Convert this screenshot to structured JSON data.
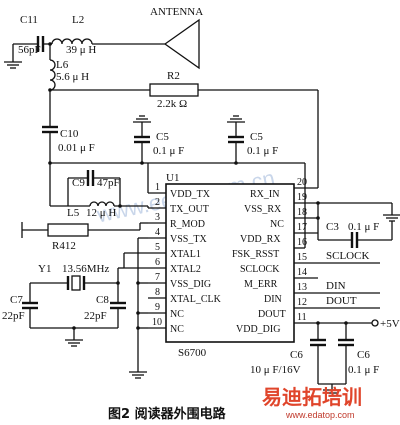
{
  "components": {
    "c11": {
      "ref": "C11",
      "value": "56pF"
    },
    "l2": {
      "ref": "L2",
      "value": "39 μ H"
    },
    "l6": {
      "ref": "L6",
      "value": "5.6 μ H"
    },
    "antenna": {
      "label": "ANTENNA",
      "node": "1"
    },
    "r2": {
      "ref": "R2",
      "value": "2.2k Ω"
    },
    "c10": {
      "ref": "C10",
      "value": "0.01 μ F"
    },
    "c5a": {
      "ref": "C5",
      "value": "0.1 μ F"
    },
    "c5b": {
      "ref": "C5",
      "value": "0.1 μ F"
    },
    "c9": {
      "ref": "C9",
      "value": "47pF"
    },
    "l5": {
      "ref": "L5",
      "value": "12 μ H"
    },
    "r412": {
      "ref": "R412"
    },
    "y1": {
      "ref": "Y1",
      "value": "13.56MHz"
    },
    "c7": {
      "ref": "C7",
      "value": "22pF"
    },
    "c8": {
      "ref": "C8",
      "value": "22pF"
    },
    "c3": {
      "ref": "C3",
      "value": "0.1 μ F"
    },
    "c6a": {
      "ref": "C6",
      "value": "10 μ F/16V"
    },
    "c6b": {
      "ref": "C6",
      "value": "0.1 μ F"
    }
  },
  "ic": {
    "ref": "U1",
    "part": "S6700",
    "left_pins": [
      {
        "num": "1",
        "name": "VDD_TX"
      },
      {
        "num": "2",
        "name": "TX_OUT"
      },
      {
        "num": "3",
        "name": "R_MOD"
      },
      {
        "num": "4",
        "name": "VSS_TX"
      },
      {
        "num": "5",
        "name": "XTAL1"
      },
      {
        "num": "6",
        "name": "XTAL2"
      },
      {
        "num": "7",
        "name": "VSS_DIG"
      },
      {
        "num": "8",
        "name": "XTAL_CLK"
      },
      {
        "num": "9",
        "name": "NC"
      },
      {
        "num": "10",
        "name": "NC"
      }
    ],
    "right_pins": [
      {
        "num": "20",
        "name": "RX_IN"
      },
      {
        "num": "19",
        "name": "VSS_RX"
      },
      {
        "num": "18",
        "name": "NC"
      },
      {
        "num": "17",
        "name": "VDD_RX"
      },
      {
        "num": "16",
        "name": "FSK_RSST"
      },
      {
        "num": "15",
        "name": "SCLOCK"
      },
      {
        "num": "14",
        "name": "M_ERR"
      },
      {
        "num": "13",
        "name": "DIN"
      },
      {
        "num": "12",
        "name": "DOUT"
      },
      {
        "num": "11",
        "name": "VDD_DIG"
      }
    ]
  },
  "signals": {
    "sclock": "SCLOCK",
    "din": "DIN",
    "dout": "DOUT",
    "vcc": "+5V"
  },
  "caption": "图2   阅读器外围电路",
  "watermarks": {
    "center": "www.eepw.com.cn",
    "brand": "易迪拓培训",
    "url": "www.edatop.com"
  }
}
